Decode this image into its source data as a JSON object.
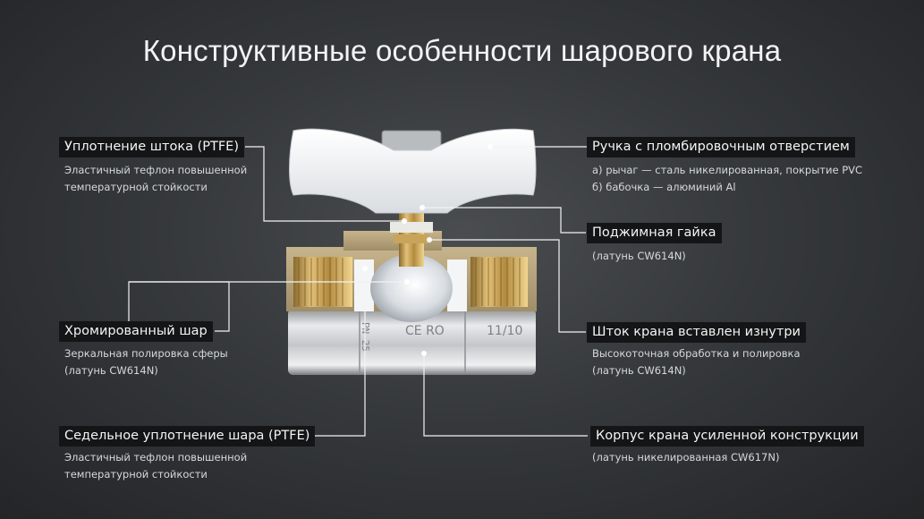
{
  "title": "Конструктивные особенности шарового крана",
  "valve_markings": {
    "left": "PN 25",
    "middle": "CE RO",
    "right": "11/10"
  },
  "callouts": {
    "stem_seal": {
      "label": "Уплотнение штока (PTFE)",
      "desc": [
        "Эластичный тефлон повышенной",
        "температурной стойкости"
      ]
    },
    "ball": {
      "label": "Хромированный шар",
      "desc": [
        "Зеркальная полировка сферы",
        "(латунь CW614N)"
      ]
    },
    "seat_seal": {
      "label": "Седельное уплотнение шара (PTFE)",
      "desc": [
        "Эластичный тефлон повышенной",
        "температурной стойкости"
      ]
    },
    "handle": {
      "label": "Ручка с пломбировочным отверстием",
      "desc": [
        "а) рычаг — сталь никелированная, покрытие PVC",
        "б) бабочка — алюминий Al"
      ]
    },
    "nut": {
      "label": "Поджимная гайка",
      "desc": [
        "(латунь CW614N)"
      ]
    },
    "stem": {
      "label": "Шток крана вставлен изнутри",
      "desc": [
        "Высокоточная обработка и полировка",
        "(латунь CW614N)"
      ]
    },
    "body": {
      "label": "Корпус крана усиленной конструкции",
      "desc": [
        "(латунь никелированная CW617N)"
      ]
    }
  }
}
